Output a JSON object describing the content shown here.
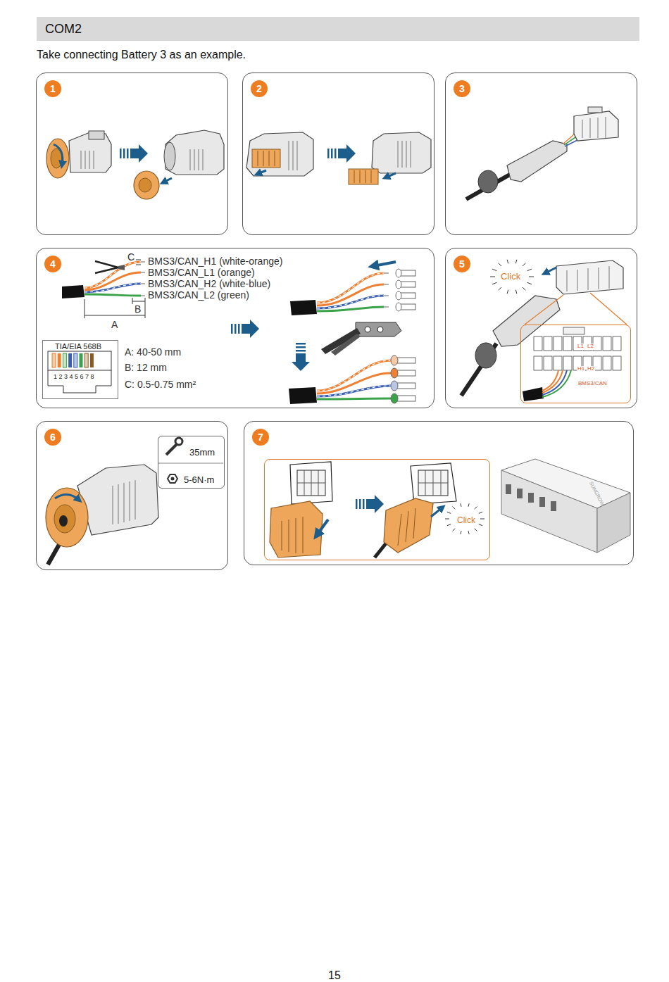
{
  "diagram": {
    "title": "COM2",
    "caption": "Take connecting Battery 3 as an example.",
    "nodes": [
      {
        "text": [
          "1"
        ]
      },
      {
        "text": [
          "2"
        ]
      },
      {
        "text": [
          "3"
        ]
      },
      {
        "text": [
          "4"
        ]
      },
      {
        "text": [
          "TIA/EIA 568B",
          "1 2 3 4 5 6 7 8"
        ],
        "in": 3
      },
      {
        "text": [
          "5"
        ]
      },
      {
        "text": [
          "L1",
          "L2",
          "H1",
          "H2",
          "BMS3/CAN"
        ],
        "in": 5
      },
      {
        "text": [
          "6"
        ]
      },
      {
        "text": [
          "35mm",
          "5-6N·m"
        ],
        "in": 7
      },
      {
        "text": [
          "7"
        ]
      },
      {
        "text": [
          "Click"
        ],
        "in": 9
      }
    ],
    "labels": [
      "BMS3/CAN_H1 (white-orange)",
      "BMS3/CAN_L1 (orange)",
      "BMS3/CAN_H2 (white-blue)",
      "BMS3/CAN_L2 (green)",
      "C",
      "B",
      "A",
      "A: 40-50 mm",
      "B: 12 mm",
      "C: 0.5-0.75 mm²",
      "Click",
      "SUNGROW",
      "15"
    ]
  }
}
